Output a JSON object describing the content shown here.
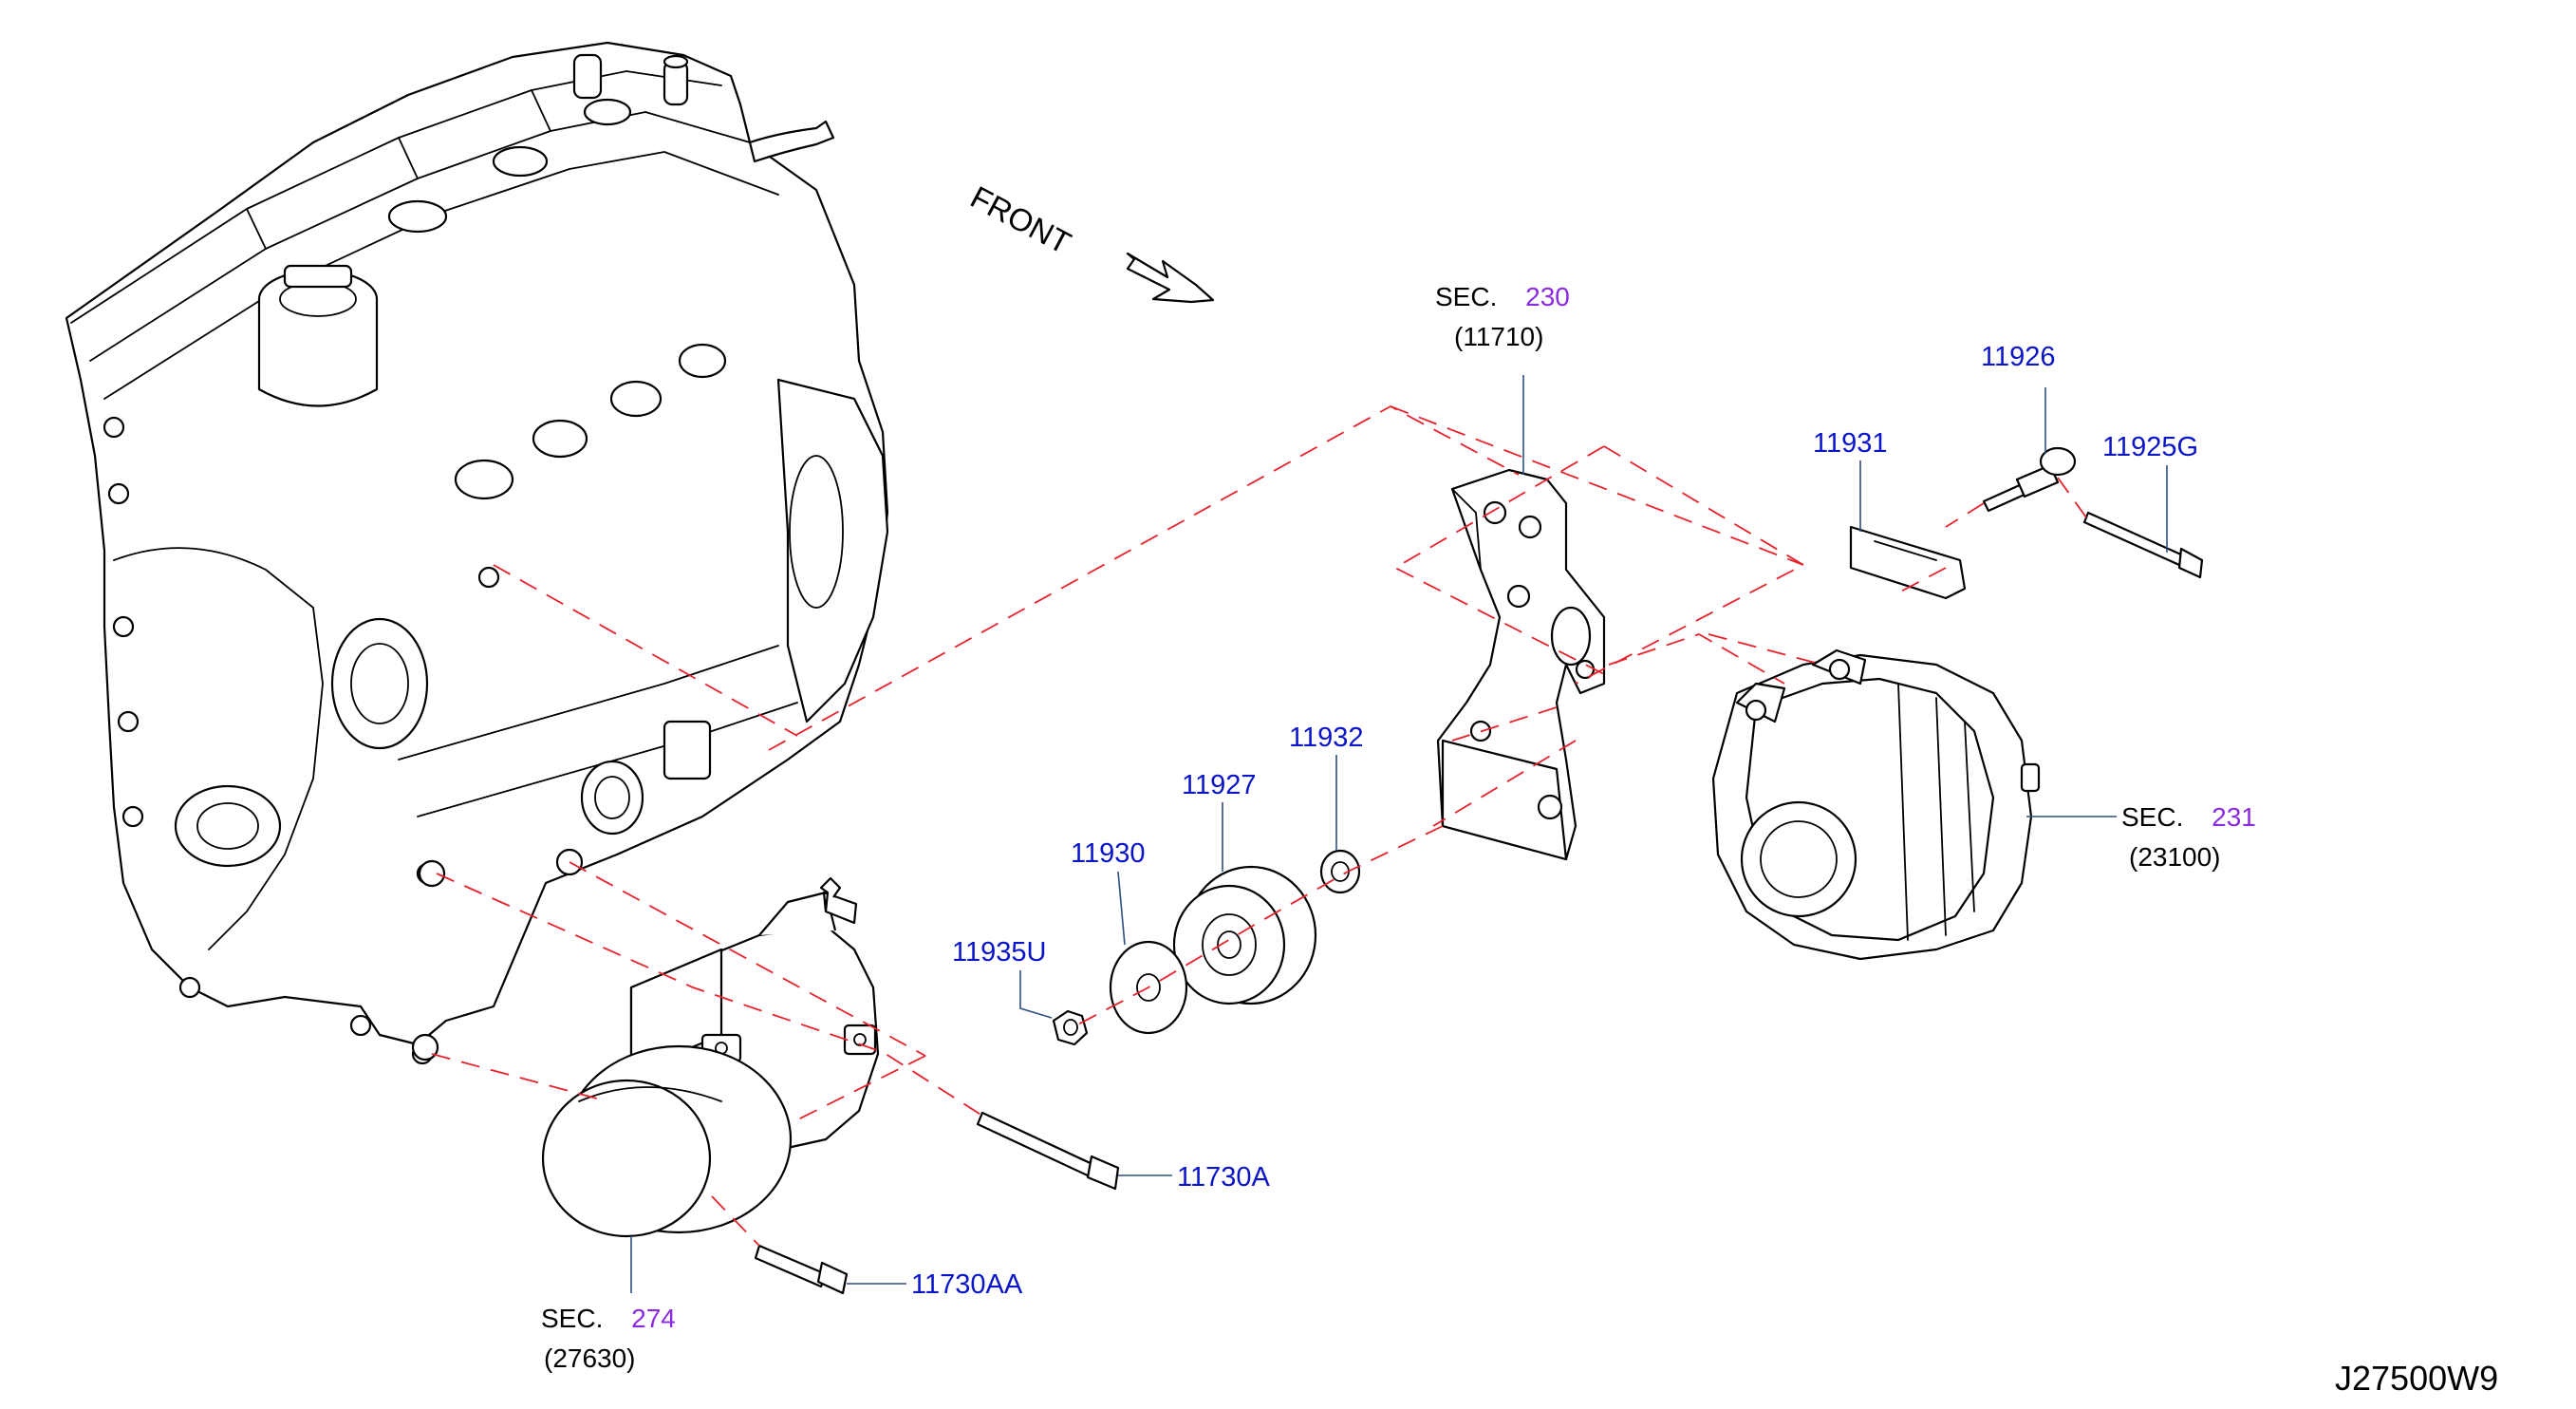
{
  "colors": {
    "part_number": "#0a14c8",
    "section_number": "#8a2be2",
    "dashed_line": "#e8222a",
    "leader_line": "#2f4f7f",
    "ink": "#000000"
  },
  "direction": {
    "text": "FRONT",
    "icon": "arrow-icon"
  },
  "sections": [
    {
      "prefix": "SEC.",
      "number": "230",
      "ref": "(11710)"
    },
    {
      "prefix": "SEC.",
      "number": "231",
      "ref": "(23100)"
    },
    {
      "prefix": "SEC.",
      "number": "274",
      "ref": "(27630)"
    }
  ],
  "parts": [
    {
      "number": "11926"
    },
    {
      "number": "11931"
    },
    {
      "number": "11925G"
    },
    {
      "number": "11932"
    },
    {
      "number": "11927"
    },
    {
      "number": "11930"
    },
    {
      "number": "11935U"
    },
    {
      "number": "11730A"
    },
    {
      "number": "11730AA"
    }
  ],
  "diagram_code": "J27500W9"
}
